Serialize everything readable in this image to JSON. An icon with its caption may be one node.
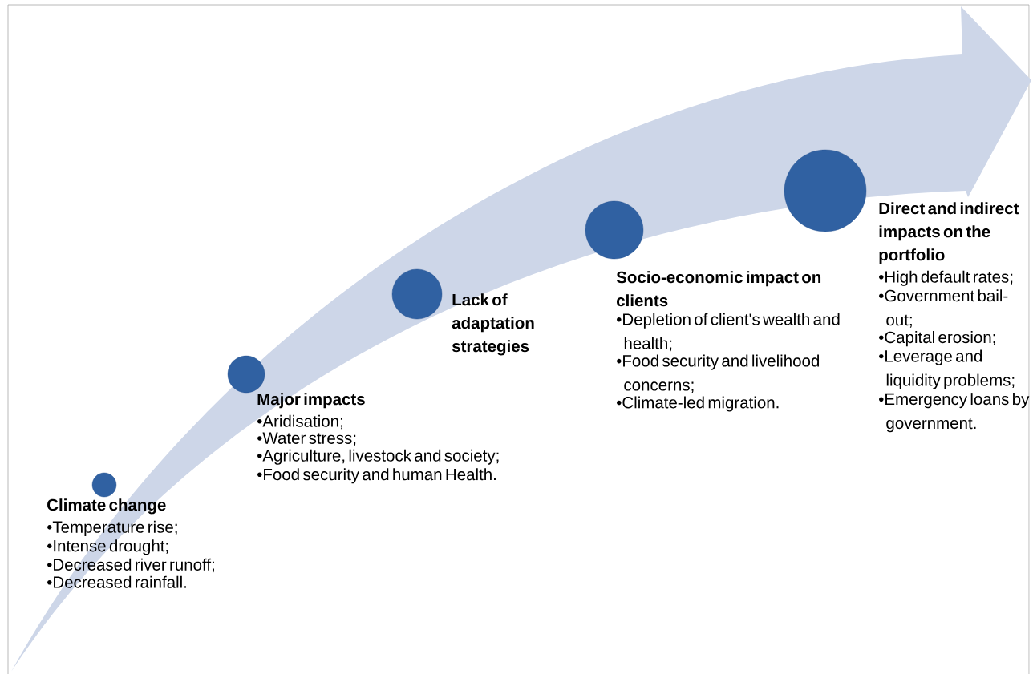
{
  "diagram": {
    "nodes": [
      {
        "text": [],
        "shape": "circle",
        "beside": [
          "Climate change",
          "•Temperature rise;",
          "•Intense drought;",
          "•Decreased river runoff;",
          "•Decreased rainfall."
        ]
      },
      {
        "text": [],
        "shape": "circle",
        "beside": [
          "Major impacts",
          "•Aridisation;",
          "•Water stress;",
          "•Agriculture, livestock and society;",
          "•Food security and human Health."
        ]
      },
      {
        "text": [],
        "shape": "circle",
        "beside": [
          "Lack of adaptation strategies"
        ]
      },
      {
        "text": [],
        "shape": "circle",
        "beside": [
          "Socio-economic impact on clients",
          "•Depletion of client's wealth and health;",
          "•Food security and livelihood concerns;",
          "•Climate-led migration."
        ]
      },
      {
        "text": [],
        "shape": "circle",
        "beside": [
          "Direct and indirect impacts on the portfolio",
          "•High default rates;",
          "•Government bail-out;",
          "•Capital erosion;",
          "•Leverage and liquidity problems;",
          "•Emergency loans by government."
        ]
      }
    ]
  }
}
